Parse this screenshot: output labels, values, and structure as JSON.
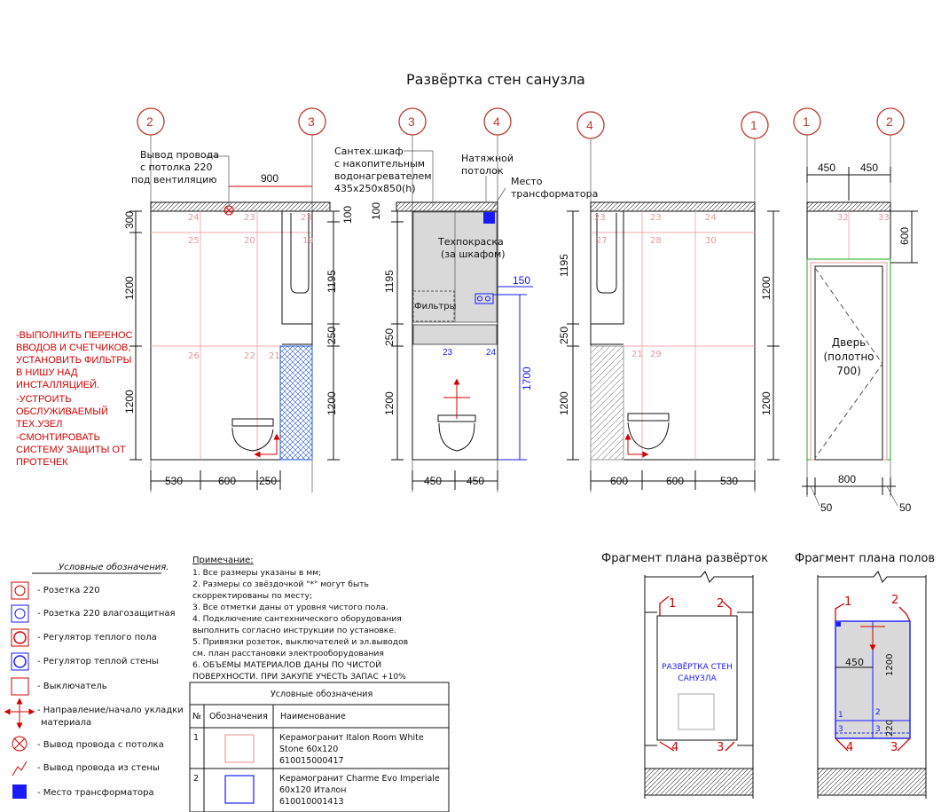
{
  "title": "Развёртка стен санузла",
  "axes": [
    "2",
    "3",
    "3",
    "4",
    "4",
    "1",
    "1",
    "2"
  ],
  "wall1": {
    "note_wire": [
      "Вывод провода",
      "с потолка 220",
      "под вентиляцию"
    ],
    "dims_bottom": [
      "530",
      "600",
      "250"
    ],
    "dim_top": "900",
    "dims_left": [
      "300",
      "1200",
      "1200"
    ],
    "dims_right": [
      "100",
      "1195",
      "250",
      "1200"
    ],
    "tiles": [
      "24",
      "23",
      "23",
      "25",
      "20",
      "19",
      "26",
      "22",
      "21"
    ]
  },
  "wall2": {
    "note_cabinet": [
      "Сантех.шкаф",
      "с накопительным",
      "водонагревателем",
      "435x250x850(h)"
    ],
    "note_ceiling": [
      "Натяжной",
      "потолок"
    ],
    "note_transformer": [
      "Место",
      "трансформатора"
    ],
    "tech_paint": [
      "Техпокраска",
      "(за шкафом)"
    ],
    "filters": "Фильтры",
    "dim_150": "150",
    "dim_1700": "1700",
    "dims_left": [
      "100",
      "1195",
      "250",
      "1200"
    ],
    "dims_bottom": [
      "450",
      "450"
    ],
    "tiles": [
      "23",
      "24"
    ]
  },
  "wall3": {
    "dims_left": [
      "1195",
      "250",
      "1200"
    ],
    "dims_right": [
      "1200",
      "1200"
    ],
    "dims_bottom": [
      "600",
      "600",
      "530"
    ],
    "tiles": [
      "23",
      "23",
      "24",
      "27",
      "28",
      "30",
      "21",
      "29"
    ]
  },
  "wall4": {
    "dims_top": [
      "450",
      "450"
    ],
    "dim_right": "600",
    "door": [
      "Дверь",
      "(полотно",
      "700)"
    ],
    "dim_bottom": "800",
    "dims_50": [
      "50",
      "50"
    ],
    "tiles": [
      "32",
      "33"
    ]
  },
  "red_notes": [
    "-ВЫПОЛНИТЬ ПЕРЕНОС",
    "ВВОДОВ И СЧЕТЧИКОВ,",
    "УСТАНОВИТЬ ФИЛЬТРЫ",
    "В НИШУ НАД",
    "ИНСТАЛЛЯЦИЕЙ.",
    "-УСТРОИТЬ",
    "ОБСЛУЖИВАЕМЫЙ",
    "ТЕХ.УЗЕЛ",
    "-СМОНТИРОВАТЬ",
    "СИСТЕМУ ЗАЩИТЫ ОТ",
    "ПРОТЕЧЕК"
  ],
  "legend": {
    "title": "Условные обозначения.",
    "items": [
      "- Розетка 220",
      "- Розетка 220 влагозащитная",
      "- Регулятор теплого пола",
      "- Регулятор теплой стены",
      "- Выключатель",
      "- Направление/начало укладки",
      "материала",
      "- Вывод провода с потолка",
      "- Вывод провода из стены",
      "- Место трансформатора"
    ]
  },
  "notes": {
    "title": "Примечание:",
    "lines": [
      "1. Все размеры указаны в мм;",
      "2. Размеры со звёздочкой \"*\" могут быть",
      "скорректированы по месту;",
      "3. Все отметки даны от уровня чистого пола.",
      "4. Подключение сантехнического оборудования",
      "выполнить согласно инструкции по установке.",
      "5. Привязки розеток, выключателей и эл.выводов",
      "см. план расстановки электрооборудования",
      "6. ОБЪЕМЫ МАТЕРИАЛОВ ДАНЫ ПО ЧИСТОЙ",
      "ПОВЕРХНОСТИ. ПРИ ЗАКУПЕ УЧЕСТЬ ЗАПАС +10%"
    ]
  },
  "table": {
    "title": "Условные обозначения",
    "headers": [
      "№",
      "Обозначения",
      "Наименование"
    ],
    "rows": [
      {
        "n": "1",
        "name": [
          "Керамогранит Italon Room White",
          "Stone 60x120",
          "610015000417"
        ],
        "color": "#e8a0a0"
      },
      {
        "n": "2",
        "name": [
          "Керамогранит Charme Evo Imperiale",
          "60x120 Италон",
          "610010001413"
        ],
        "color": "#1a1aff"
      }
    ]
  },
  "plan1": {
    "title": "Фрагмент плана развёрток",
    "label": [
      "РАЗВЁРТКА СТЕН",
      "САНУЗЛА"
    ],
    "marks": [
      "1",
      "2",
      "3",
      "4"
    ]
  },
  "plan2": {
    "title": "Фрагмент плана полов",
    "marks": [
      "1",
      "2",
      "3",
      "4"
    ],
    "dims": [
      "450",
      "1200",
      "220"
    ],
    "cells": [
      "1",
      "2",
      "3",
      "3"
    ]
  },
  "colors": {
    "red": "#d40000",
    "blue": "#1a1aff",
    "tile": "#f0a8a8",
    "bubble": "#c0392b",
    "gray": "#d9d9d9"
  }
}
